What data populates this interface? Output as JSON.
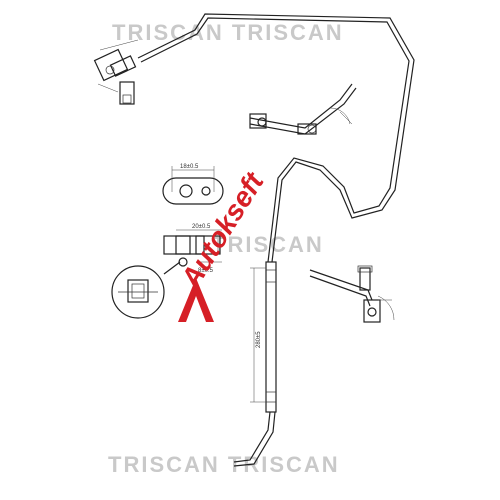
{
  "watermarks": {
    "top": "TRISCAN TRISCAN",
    "middle": "TRISCAN",
    "bottom": "TRISCAN TRISCAN"
  },
  "brand_overlay": "Autokseft",
  "dimensions": {
    "plate_width": "18±0.5",
    "section_width": "20±0.5",
    "section_height": "8±0.5",
    "hose_length": "280±5"
  },
  "colors": {
    "line": "#222222",
    "watermark": "#c9c9c9",
    "brand": "#d61f26"
  }
}
